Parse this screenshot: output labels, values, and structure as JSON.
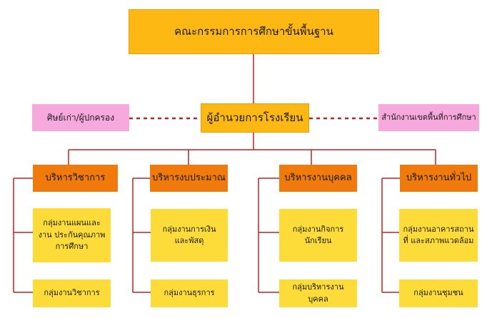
{
  "top": {
    "label": "คณะกรรมการการศึกษาขั้นพื้นฐาน"
  },
  "principal": {
    "label": "ผู้อำนวยการโรงเรียน"
  },
  "left_side": {
    "label": "ศิษย์เก่า/ผู้ปกครอง"
  },
  "right_side": {
    "label": "สำนักงานเขตพื้นที่การศึกษา"
  },
  "departments": [
    {
      "label": "บริหารวิชาการ",
      "groups": [
        "กลุ่มงานแผนและงาน ประกันคุณภาพ การศึกษา",
        "กลุ่มงานวิชาการ"
      ]
    },
    {
      "label": "บริหารงบประมาณ",
      "groups": [
        "กลุ่มงานการเงิน และพัสดุ",
        "กลุ่มงานธุรการ"
      ]
    },
    {
      "label": "บริหารงานบุคคล",
      "groups": [
        "กลุ่มงานกิจการ นักเรียน",
        "กลุ่มบริหารงานบุคคล"
      ]
    },
    {
      "label": "บริหารงานทั่วไป",
      "groups": [
        "กลุ่มงานอาคารสถานที่ และสภาพแวดล้อม",
        "กลุ่มงานชุมชน"
      ]
    }
  ],
  "colors": {
    "top": "#fdb813",
    "side": "#f7a8dc",
    "department": "#f07a0c",
    "group": "#fddc3a",
    "line": "#c0201f"
  }
}
